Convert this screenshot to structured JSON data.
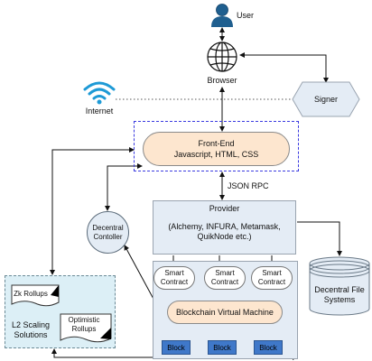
{
  "user": {
    "label": "User"
  },
  "browser": {
    "label": "Browser"
  },
  "signer": {
    "label": "Signer"
  },
  "internet": {
    "label": "Internet"
  },
  "frontend": {
    "title": "Front-End",
    "subtitle": "Javascript, HTML, CSS"
  },
  "json_rpc": {
    "label": "JSON RPC"
  },
  "provider": {
    "title": "Provider",
    "line1": "(Alchemy, INFURA, Metamask,",
    "line2": "QuikNode etc.)"
  },
  "decentral_controller": {
    "line1": "Decentral",
    "line2": "Contoller"
  },
  "smart_contracts": [
    {
      "line1": "Smart",
      "line2": "Contract"
    },
    {
      "line1": "Smart",
      "line2": "Contract"
    },
    {
      "line1": "Smart",
      "line2": "Contract"
    }
  ],
  "bvm": {
    "label": "Blockchain Virtual Machine"
  },
  "blocks": [
    "Block",
    "Block",
    "Block"
  ],
  "storage": {
    "line1": "Decentral File",
    "line2": "Systems"
  },
  "l2": {
    "zk": "Zk Rollups",
    "optimistic_line1": "Optimistic",
    "optimistic_line2": "Rollups",
    "title_line1": "L2 Scaling",
    "title_line2": "Solutions"
  },
  "colors": {
    "frontend_fill": "#fde6cf",
    "panel_fill": "#e4ecf5",
    "block_fill": "#3f78c9",
    "l2_fill": "#dceff6",
    "wifi_blue": "#1e9ad6",
    "user_blue": "#1f5f8f"
  }
}
